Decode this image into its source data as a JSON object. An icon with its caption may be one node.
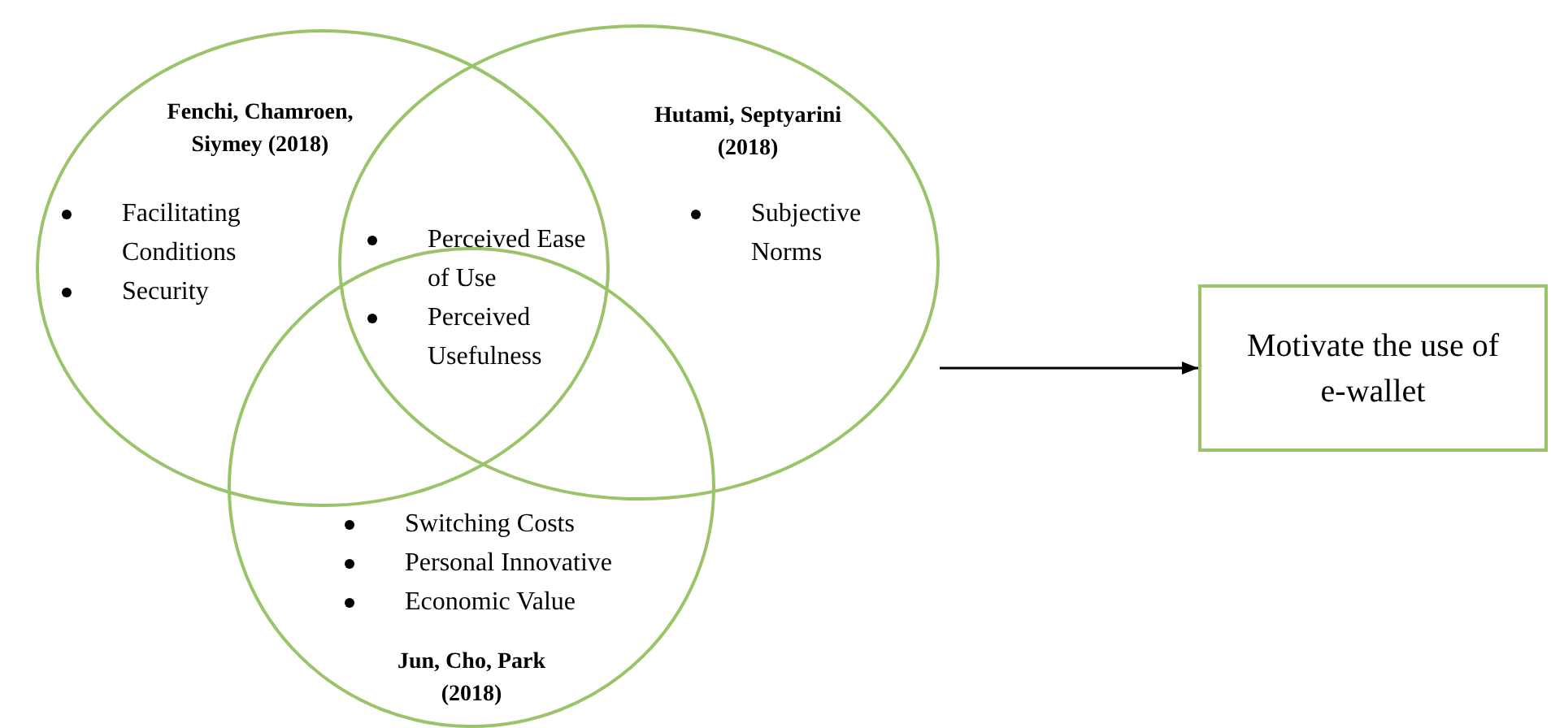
{
  "diagram": {
    "nodes": [
      {
        "text": [
          "Fenchi, Chamroen, Siymey (2018)",
          "Facilitating Conditions",
          "Security"
        ]
      },
      {
        "text": [
          "Hutami, Septyarini (2018)",
          "Subjective Norms"
        ]
      },
      {
        "text": [
          "Switching Costs",
          "Personal Innovative",
          "Economic Value",
          "Jun, Cho, Park (2018)"
        ]
      },
      {
        "text": [
          "Motivate the use of e-wallet"
        ]
      }
    ],
    "edges": [
      {
        "from": null,
        "to": 3,
        "arrow": "to"
      }
    ],
    "labels": [
      "Perceived Ease of Use",
      "Perceived Usefulness"
    ]
  }
}
